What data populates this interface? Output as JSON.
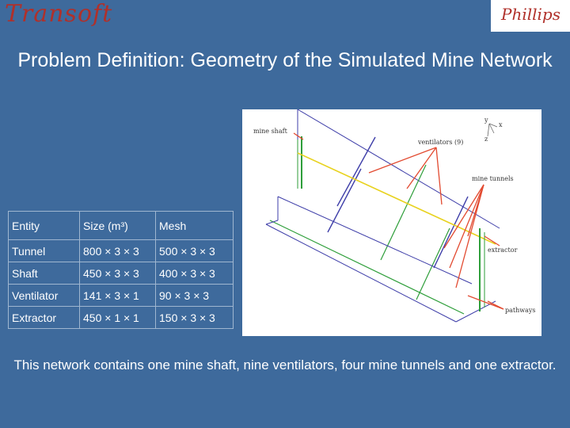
{
  "logos": {
    "left_text": "Transoft",
    "right_text": "Phillips"
  },
  "title": "Problem Definition: Geometry of the Simulated Mine Network",
  "table": {
    "headers": [
      "Entity",
      "Size (m³)",
      "Mesh"
    ],
    "rows": [
      [
        "Tunnel",
        "800 × 3 × 3",
        "500 × 3 × 3"
      ],
      [
        "Shaft",
        "450 × 3 × 3",
        "400 × 3 × 3"
      ],
      [
        "Ventilator",
        "141 × 3 × 1",
        "90 × 3 × 3"
      ],
      [
        "Extractor",
        "450 × 1 × 1",
        "150 × 3 × 3"
      ]
    ]
  },
  "figure": {
    "labels": {
      "mine_shaft": "mine shaft",
      "ventilators": "ventilators (9)",
      "mine_tunnels": "mine tunnels",
      "extractor": "extractor",
      "pathways": "pathways",
      "axis_x": "x",
      "axis_y": "y",
      "axis_z": "z"
    },
    "colors": {
      "shaft": "#2E9E3A",
      "tunnel_yellow": "#E8D21E",
      "ventilators": "#3D3DA8",
      "arrows": "#E24A30",
      "extractor": "#2E9E3A"
    }
  },
  "caption": "This network contains one mine shaft, nine ventilators, four mine tunnels and one extractor."
}
